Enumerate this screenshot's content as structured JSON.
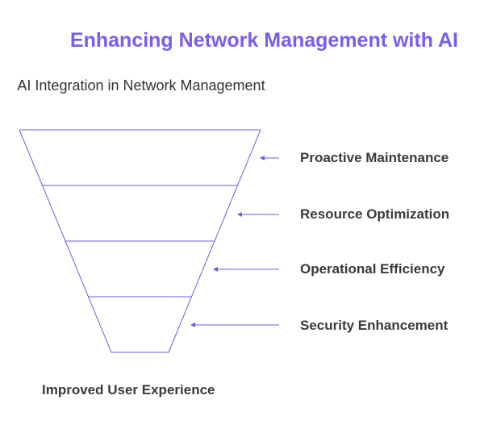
{
  "title": "Enhancing Network Management with AI",
  "top_label": "AI Integration in Network Management",
  "stages": [
    {
      "label": "Proactive Maintenance"
    },
    {
      "label": "Resource Optimization"
    },
    {
      "label": "Operational Efficiency"
    },
    {
      "label": "Security Enhancement"
    }
  ],
  "bottom_label": "Improved User Experience",
  "colors": {
    "title": "#7b5cf0",
    "funnel_stroke": "#6b5ce0",
    "text": "#3a3a3a"
  }
}
